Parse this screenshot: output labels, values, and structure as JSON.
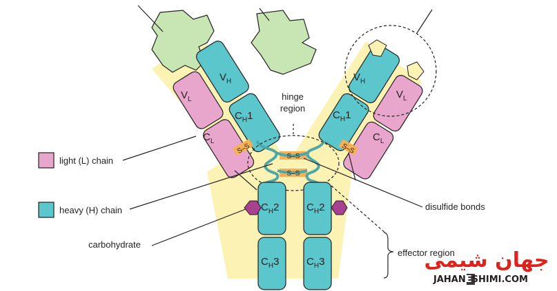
{
  "labels": {
    "hinge_line1": "hinge",
    "hinge_line2": "region",
    "light_chain": "light (L) chain",
    "heavy_chain": "heavy (H) chain",
    "carbohydrate": "carbohydrate",
    "disulfide": "disulfide bonds",
    "effector": "effector region"
  },
  "domains": {
    "VH": {
      "main": "V",
      "sub": "H"
    },
    "VL": {
      "main": "V",
      "sub": "L"
    },
    "CH1": {
      "main": "C",
      "sub": "H",
      "suffix": "1"
    },
    "CL": {
      "main": "C",
      "sub": "L"
    },
    "CH2": {
      "main": "C",
      "sub": "H",
      "suffix": "2"
    },
    "CH3": {
      "main": "C",
      "sub": "H",
      "suffix": "3"
    }
  },
  "ss_label": "S–S",
  "watermark": {
    "arabic": "جهان شیمی",
    "url_left": "JAHAN",
    "url_mid": "E",
    "url_right": "SHIMI.COM"
  },
  "colors": {
    "heavy": "#5bc6cc",
    "light": "#e8a6cc",
    "variable_region": "#c7e6b4",
    "fab_bg": "#fbf2b3",
    "carbohydrate": "#a8418f",
    "disulfide": "#f5b055",
    "hinge_chain": "#4fa8a8"
  }
}
